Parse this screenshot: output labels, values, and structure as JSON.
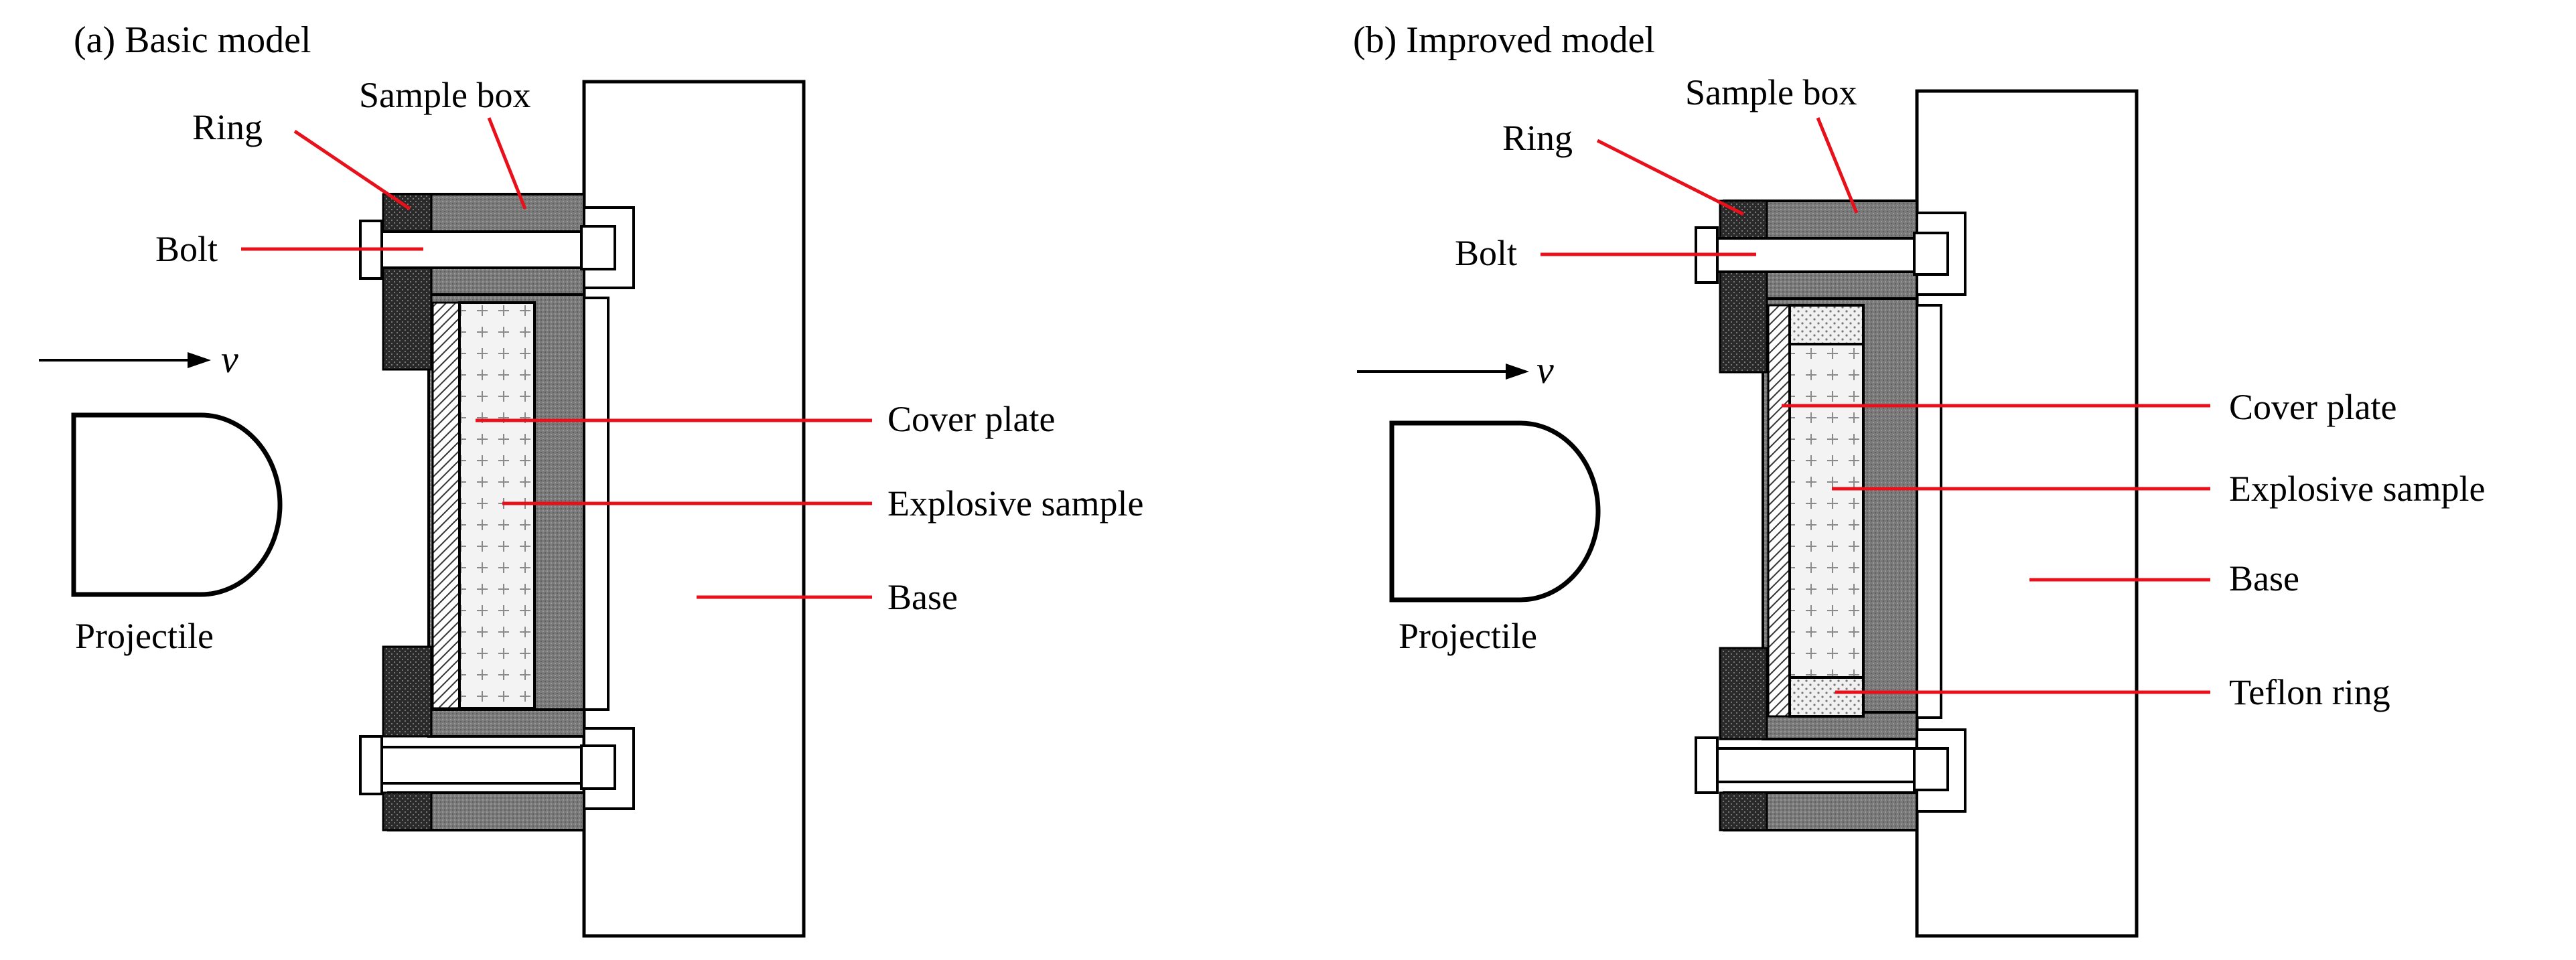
{
  "figure": {
    "panel_a": {
      "title": "(a) Basic model",
      "labels": {
        "ring": "Ring",
        "sample_box": "Sample box",
        "bolt": "Bolt",
        "velocity": "v",
        "cover_plate": "Cover plate",
        "explosive_sample": "Explosive sample",
        "base": "Base",
        "projectile": "Projectile"
      }
    },
    "panel_b": {
      "title": "(b) Improved model",
      "labels": {
        "ring": "Ring",
        "sample_box": "Sample box",
        "bolt": "Bolt",
        "velocity": "v",
        "cover_plate": "Cover plate",
        "explosive_sample": "Explosive sample",
        "base": "Base",
        "teflon_ring": "Teflon ring",
        "projectile": "Projectile"
      }
    },
    "colors": {
      "leader_line": "#e8101a",
      "outline": "#000000",
      "box_fill": "#7d7d7d",
      "ring_fill": "#2e2e2e",
      "sample_fill": "#f2f2f2",
      "teflon_fill": "#ececec"
    }
  }
}
